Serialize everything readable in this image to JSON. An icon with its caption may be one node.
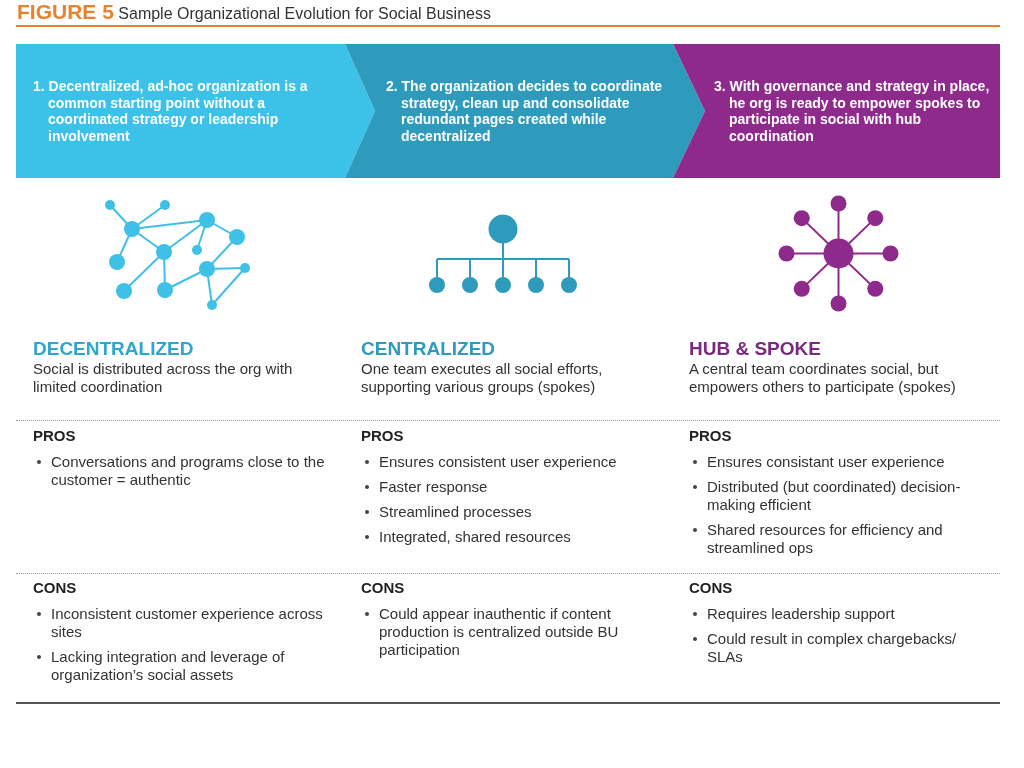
{
  "diagram": {
    "title": "**FIGURE 5** Sample Organizational Evolution for Social Business",
    "nodes": [
      {
        "text": [
          "1. Decentralized, ad-hoc organization is a common starting point without a coordinated strategy or leadership involvement"
        ]
      },
      {
        "text": [
          "2. The organization decides to coordinate strategy, clean up and consolidate redundant pages created while decentralized"
        ]
      },
      {
        "text": [
          "3. With governance and strategy in place, he org is ready to empower spokes to participate in social with hub coordination"
        ]
      }
    ],
    "labels": [
      "DECENTRALIZED",
      "Social is distributed across the org with limited coordination",
      "CENTRALIZED",
      "One team executes all social efforts, supporting various groups (spokes)",
      "HUB & SPOKE",
      "A central team coordinates social, but empowers others to participate (spokes)",
      "PROS",
      "Conversations and programs close to the customer = authentic",
      "PROS",
      "Ensures consistent user experience",
      "Faster response",
      "Streamlined processes",
      "Integrated, shared resources",
      "PROS",
      "Ensures consistant user experience",
      "Distributed (but coordinated) decision-making efficient",
      "Shared resources for efficiency and streamlined ops",
      "CONS",
      "Inconsistent customer experience across sites",
      "Lacking integration and leverage of organization’s social assets",
      "CONS",
      "Could appear inauthentic if content production is centralized outside BU participation",
      "CONS",
      "Requires leadership support",
      "Could result in complex chargebacks/ SLAs"
    ]
  }
}
